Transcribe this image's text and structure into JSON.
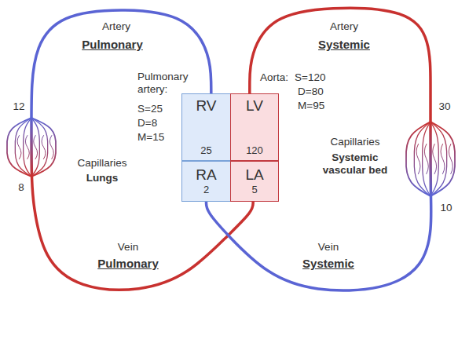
{
  "diagram": {
    "nodes": [
      {
        "text": [
          "RV",
          "25"
        ]
      },
      {
        "text": [
          "LV",
          "120"
        ]
      },
      {
        "text": [
          "RA",
          "2"
        ]
      },
      {
        "text": [
          "LA",
          "5"
        ]
      }
    ],
    "edges": [
      {
        "from": 0,
        "to": 3,
        "arrow": "none"
      },
      {
        "from": 1,
        "to": 2,
        "arrow": "none"
      }
    ],
    "labels": [
      "Artery",
      "Pulmonary",
      "Artery",
      "Systemic",
      "Pulmonary artery:",
      "S=25",
      "D=8",
      "M=15",
      "Aorta:",
      "S=120",
      "D=80",
      "M=95",
      "12",
      "8",
      "30",
      "10",
      "Capillaries",
      "Lungs",
      "Capillaries",
      "Systemic vascular bed",
      "Vein",
      "Pulmonary",
      "Vein",
      "Systemic"
    ]
  }
}
